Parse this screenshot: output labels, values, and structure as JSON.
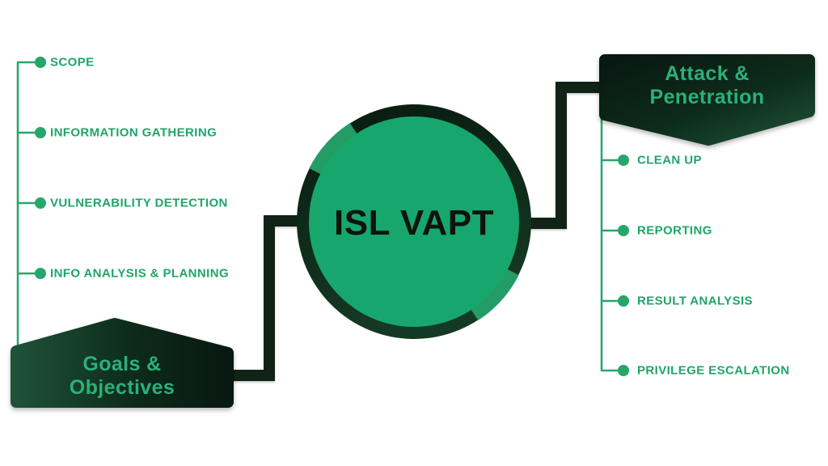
{
  "title": "ISL VAPT",
  "left_panel": {
    "badge": {
      "line1": "Goals &",
      "line2": "Objectives"
    },
    "items": [
      "SCOPE",
      "INFORMATION GATHERING",
      "VULNERABILITY DETECTION",
      "INFO ANALYSIS & PLANNING"
    ]
  },
  "right_panel": {
    "badge": {
      "line1": "Attack &",
      "line2": "Penetration"
    },
    "items": [
      "CLEAN UP",
      "REPORTING",
      "RESULT ANALYSIS",
      "PRIVILEGE ESCALATION"
    ]
  },
  "colors": {
    "item-green": "#1fa56a",
    "badge-text-green": "#2cb077",
    "circle-fill": "#17a76d",
    "ring-dark": "#0d2618",
    "connector-dark": "#102316",
    "thin-line-green": "#27a66b",
    "title-black": "#0d1410"
  }
}
